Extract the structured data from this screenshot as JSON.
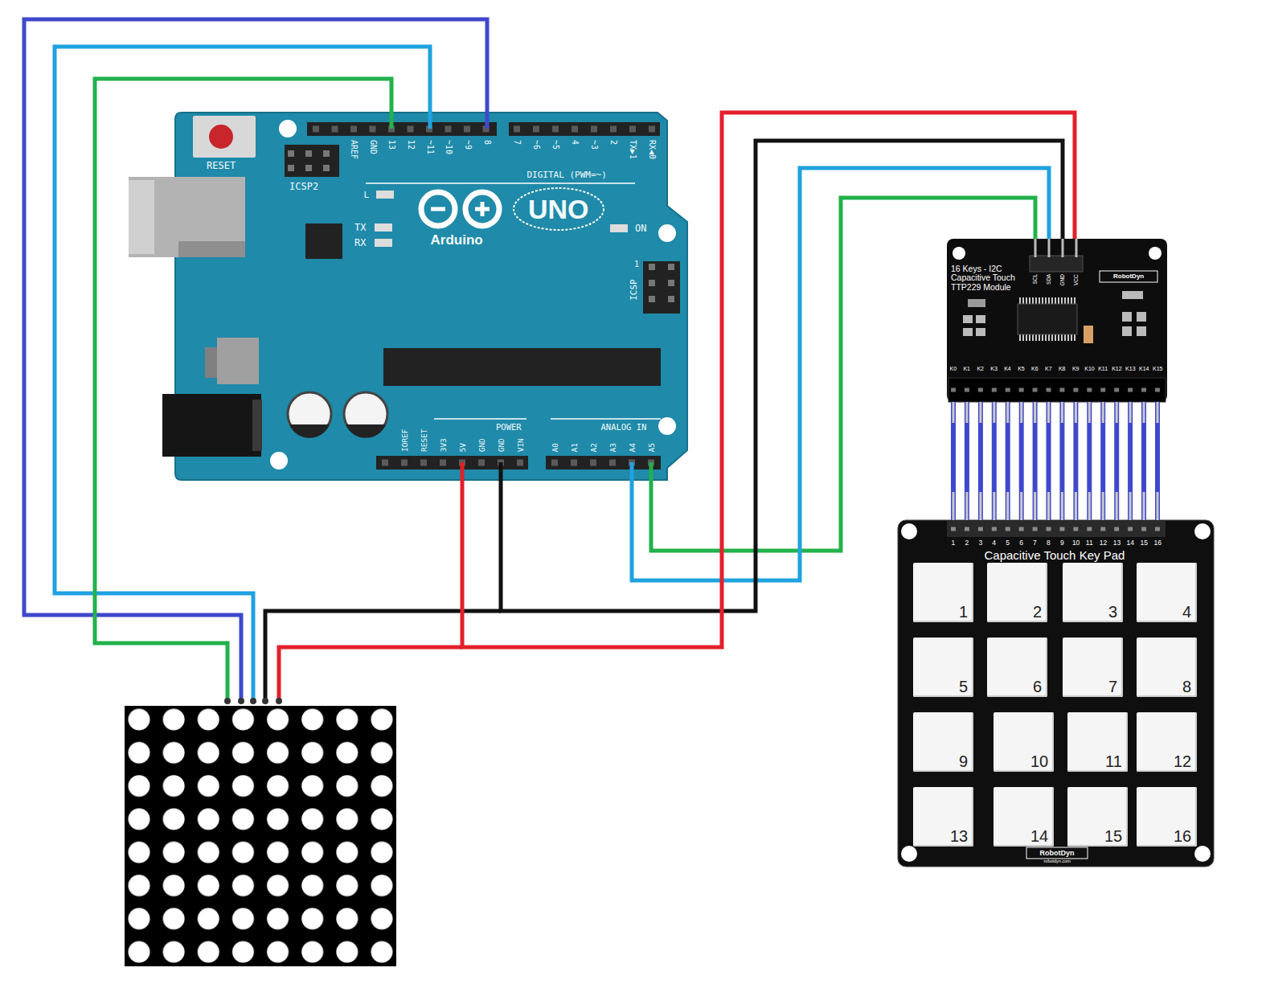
{
  "diagram": {
    "nodes": [
      {
        "text": [
          "RESET",
          "ICSP2",
          "AREF",
          "GND",
          "13",
          "12",
          "~11",
          "~10",
          "~9",
          "8",
          "7",
          "~6",
          "~5",
          "4",
          "~3",
          "2",
          "TX▶1",
          "RX◀0",
          "DIGITAL (PWM=~)",
          "L",
          "TX",
          "RX",
          "UNO",
          "Arduino",
          "ON",
          "1",
          "ICSP",
          "IOREF",
          "RESET",
          "3V3",
          "5V",
          "GND",
          "GND",
          "VIN",
          "POWER",
          "A0",
          "A1",
          "A2",
          "A3",
          "A4",
          "A5",
          "ANALOG IN"
        ]
      },
      {
        "text": [
          "16 Keys - I2C Capacitive Touch TTP229 Module",
          "RobotDyn",
          "SCL",
          "SDA",
          "GND",
          "VCC",
          "K0",
          "K1",
          "K2",
          "K3",
          "K4",
          "K5",
          "K6",
          "K7",
          "K8",
          "K9",
          "K10",
          "K11",
          "K12",
          "K13",
          "K14",
          "K15"
        ]
      },
      {
        "text": [
          "Capacitive Touch Key Pad",
          "1",
          "2",
          "3",
          "4",
          "5",
          "6",
          "7",
          "8",
          "9",
          "10",
          "11",
          "12",
          "13",
          "14",
          "15",
          "16",
          "RobotDyn",
          "robotdyn.com"
        ]
      },
      {
        "text": [
          "1"
        ],
        "in": 2
      },
      {
        "text": [
          "2"
        ],
        "in": 2
      },
      {
        "text": [
          "3"
        ],
        "in": 2
      },
      {
        "text": [
          "4"
        ],
        "in": 2
      },
      {
        "text": [
          "5"
        ],
        "in": 2
      },
      {
        "text": [
          "6"
        ],
        "in": 2
      },
      {
        "text": [
          "7"
        ],
        "in": 2
      },
      {
        "text": [
          "8"
        ],
        "in": 2
      },
      {
        "text": [
          "9"
        ],
        "in": 2
      },
      {
        "text": [
          "10"
        ],
        "in": 2
      },
      {
        "text": [
          "11"
        ],
        "in": 2
      },
      {
        "text": [
          "12"
        ],
        "in": 2
      },
      {
        "text": [
          "13"
        ],
        "in": 2
      },
      {
        "text": [
          "14"
        ],
        "in": 2
      },
      {
        "text": [
          "15"
        ],
        "in": 2
      },
      {
        "text": [
          "16"
        ],
        "in": 2
      }
    ],
    "edges": [
      {
        "from": 0,
        "to": 1,
        "arrow": "none"
      },
      {
        "from": 0,
        "to": 1,
        "arrow": "none"
      },
      {
        "from": 0,
        "to": 1,
        "arrow": "none"
      },
      {
        "from": 0,
        "to": 1,
        "arrow": "none"
      },
      {
        "from": 1,
        "to": 2,
        "arrow": "none"
      },
      {
        "from": 1,
        "to": 2,
        "arrow": "none"
      },
      {
        "from": 1,
        "to": 2,
        "arrow": "none"
      },
      {
        "from": 1,
        "to": 2,
        "arrow": "none"
      },
      {
        "from": 1,
        "to": 2,
        "arrow": "none"
      },
      {
        "from": 1,
        "to": 2,
        "arrow": "none"
      },
      {
        "from": 1,
        "to": 2,
        "arrow": "none"
      },
      {
        "from": 1,
        "to": 2,
        "arrow": "none"
      },
      {
        "from": 1,
        "to": 2,
        "arrow": "none"
      },
      {
        "from": 1,
        "to": 2,
        "arrow": "none"
      },
      {
        "from": 1,
        "to": 2,
        "arrow": "none"
      },
      {
        "from": 1,
        "to": 2,
        "arrow": "none"
      },
      {
        "from": 1,
        "to": 2,
        "arrow": "none"
      },
      {
        "from": 1,
        "to": 2,
        "arrow": "none"
      },
      {
        "from": 1,
        "to": 2,
        "arrow": "none"
      },
      {
        "from": 1,
        "to": 2,
        "arrow": "none"
      }
    ]
  }
}
